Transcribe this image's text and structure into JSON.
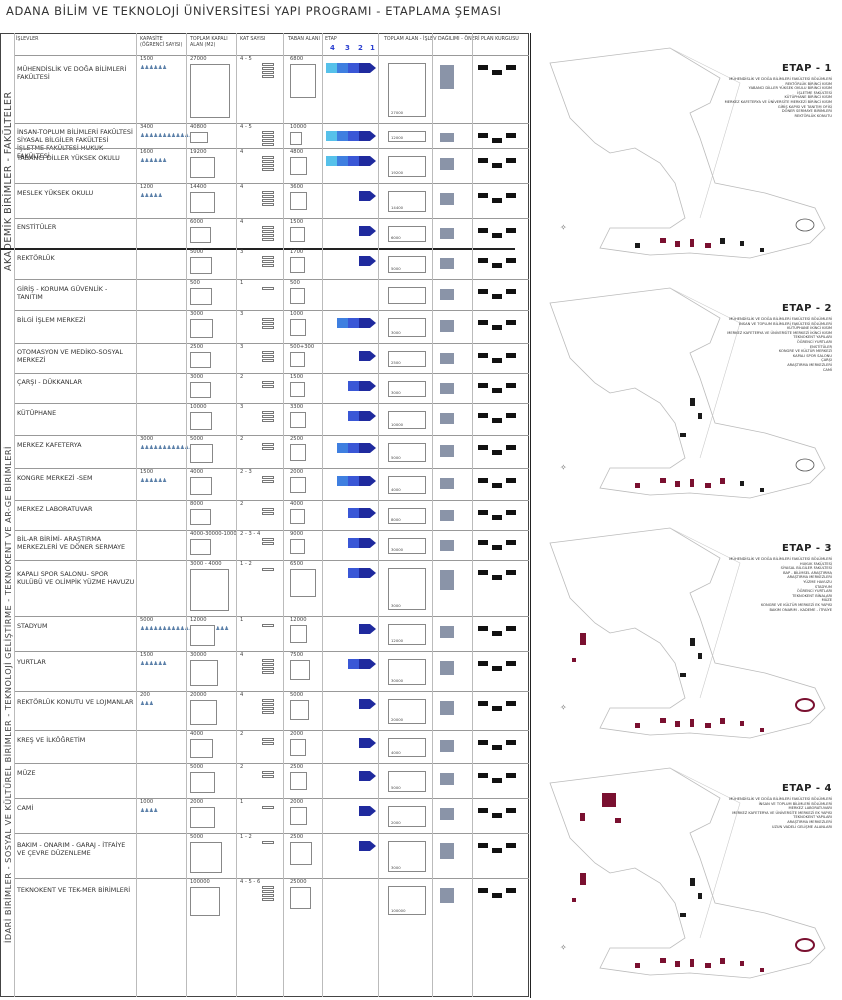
{
  "title": "ADANA  BİLİM VE TEKNOLOJİ ÜNİVERSİTESİ YAPI PROGRAMI - ETAPLAMA  ŞEMASI",
  "headers": {
    "units": "İŞLEVLER",
    "capacity": "KAPASİTE (ÖĞRENCİ SAYISI)",
    "area": "TOPLAM KAPALI ALAN (M2)",
    "floors": "KAT SAYISI",
    "footprint": "TABAN ALANI",
    "phase": "ETAP",
    "layout": "TOPLAM ALAN - İŞLEV DAĞILIMI - ÖNERİ  PLAN KURGUSU"
  },
  "phase_labels": [
    "4",
    "3",
    "2",
    "1"
  ],
  "groups": [
    {
      "label": "AKADEMİK BİRİMLER - FAKÜLTELER"
    },
    {
      "label": "İDARİ BİRİMLER - SOSYAL  VE  KÜLTÜREL BİRİMLER - TEKNOLOJİ GELİŞTİRME - TEKNOKENT VE AR-GE BİRİMLERİ"
    }
  ],
  "rows": [
    {
      "name": "MÜHENDİSLİK VE DOĞA BİLİMLERİ FAKÜLTESİ",
      "capacity": "1500",
      "area": "27000",
      "floors": "4 - 5",
      "footprint": "6800",
      "phases": 4,
      "label": "27000"
    },
    {
      "name": "İNSAN-TOPLUM BİLİMLERİ FAKÜLTESİ SİYASAL BİLGİLER FAKÜLTESİ İŞLETME FAKÜLTESİ HUKUK FAKÜLTESİ",
      "capacity": "3400",
      "area": "40800",
      "floors": "4 - 5",
      "footprint": "10000",
      "phases": 4,
      "label": "12000"
    },
    {
      "name": "YABANCI DİLLER YÜKSEK OKULU",
      "capacity": "1600",
      "area": "19200",
      "floors": "4",
      "footprint": "4800",
      "phases": 4,
      "label": "19200"
    },
    {
      "name": "MESLEK YÜKSEK OKULU",
      "capacity": "1200",
      "area": "14400",
      "floors": "4",
      "footprint": "3600",
      "phases": 1,
      "label": "14400"
    },
    {
      "name": "ENSTİTÜLER",
      "capacity": "",
      "area": "6000",
      "floors": "4",
      "footprint": "1500",
      "phases": 1,
      "label": "6000"
    },
    {
      "name": "REKTÖRLÜK",
      "capacity": "",
      "area": "5000",
      "floors": "3",
      "footprint": "1700",
      "phases": 1,
      "label": "5000"
    },
    {
      "name": "GİRİŞ - KORUMA GÜVENLİK - TANITIM",
      "capacity": "",
      "area": "500",
      "floors": "1",
      "footprint": "500",
      "phases": 0,
      "label": ""
    },
    {
      "name": "BİLGİ İŞLEM MERKEZİ",
      "capacity": "",
      "area": "3000",
      "floors": "3",
      "footprint": "1000",
      "phases": 3,
      "label": "3000"
    },
    {
      "name": "OTOMASYON VE MEDİKO-SOSYAL MERKEZİ",
      "capacity": "",
      "area": "2500",
      "floors": "3",
      "footprint": "500+300",
      "phases": 1,
      "label": "2500"
    },
    {
      "name": "ÇARŞI - DÜKKANLAR",
      "capacity": "",
      "area": "3000",
      "floors": "2",
      "footprint": "1500",
      "phases": 2,
      "label": "3000"
    },
    {
      "name": "KÜTÜPHANE",
      "capacity": "",
      "area": "10000",
      "floors": "3",
      "footprint": "3300",
      "phases": 2,
      "label": "10000"
    },
    {
      "name": "MERKEZ KAFETERYA",
      "capacity": "3000",
      "area": "5000",
      "floors": "2",
      "footprint": "2500",
      "phases": 3,
      "label": "5000"
    },
    {
      "name": "KONGRE MERKEZİ -SEM",
      "capacity": "1500",
      "area": "4000",
      "floors": "2 - 3",
      "footprint": "2000",
      "phases": 3,
      "label": "4000"
    },
    {
      "name": "MERKEZ LABORATUVAR",
      "capacity": "",
      "area": "8000",
      "floors": "2",
      "footprint": "4000",
      "phases": 2,
      "label": "8000"
    },
    {
      "name": "BİL-AR BİRİMİ- ARAŞTIRMA MERKEZLERİ VE DÖNER SERMAYE",
      "capacity": "",
      "area": "4000-30000-1000",
      "floors": "2 - 3 - 4",
      "footprint": "9000",
      "phases": 2,
      "label": "30000"
    },
    {
      "name": "KAPALI SPOR SALONU- SPOR KULÜBÜ VE OLİMPİK YÜZME HAVUZU",
      "capacity": "",
      "area": "3000 - 4000",
      "floors": "1 - 2",
      "footprint": "6500",
      "phases": 2,
      "label": "3000"
    },
    {
      "name": "STADYUM",
      "capacity": "5000",
      "area": "12000",
      "floors": "1",
      "footprint": "12000",
      "phases": 1,
      "label": "12000"
    },
    {
      "name": "YURTLAR",
      "capacity": "1500",
      "area": "30000",
      "floors": "4",
      "footprint": "7500",
      "phases": 2,
      "label": "30000"
    },
    {
      "name": "REKTÖRLÜK KONUTU VE LOJMANLAR",
      "capacity": "200",
      "area": "20000",
      "floors": "4",
      "footprint": "5000",
      "phases": 1,
      "label": "20000"
    },
    {
      "name": "KREŞ VE İLKÖĞRETİM",
      "capacity": "",
      "area": "4000",
      "floors": "2",
      "footprint": "2000",
      "phases": 1,
      "label": "4000"
    },
    {
      "name": "MÜZE",
      "capacity": "",
      "area": "5000",
      "floors": "2",
      "footprint": "2500",
      "phases": 1,
      "label": "5000"
    },
    {
      "name": "CAMİ",
      "capacity": "1000",
      "area": "2000",
      "floors": "1",
      "footprint": "2000",
      "phases": 1,
      "label": "2000"
    },
    {
      "name": "BAKIM - ONARIM - GARAJ - İTFAİYE VE ÇEVRE DÜZENLEME",
      "capacity": "",
      "area": "5000",
      "floors": "1 - 2",
      "footprint": "2500",
      "phases": 1,
      "label": "3000"
    },
    {
      "name": "TEKNOKENT  VE TEK-MER BİRİMLERİ",
      "capacity": "",
      "area": "100000",
      "floors": "4 - 5 - 6",
      "footprint": "25000",
      "phases": 0,
      "label": "100000"
    }
  ],
  "etaps": [
    {
      "title": "ETAP - 1",
      "items": [
        "MÜHENDİSLİK VE DOĞA BİLİMLERİ FAKÜLTESİ BÖLÜMLERİ",
        "REKTÖRLÜK BİRİNCİ KISIM",
        "YABANCI DİLLER YÜKSEK OKULU BİRİNCİ KISIM",
        "İŞLETME FAKÜLTESİ",
        "KÜTÜPHANE BİRİNCİ KISIM",
        "MERKEZ KAFETERYA VE ÜNİVERSİTE MERKEZİ BİRİNCİ KISIM",
        "GİRİŞ KAPISI VE TANITIM OFİSİ",
        "DÖNER SERMAYE BİRİMLERİ",
        "REKTÖRLÜK KONUTU"
      ]
    },
    {
      "title": "ETAP - 2",
      "items": [
        "MÜHENDİSLİK VE DOĞA BİLİMLERİ FAKÜLTESİ BÖLÜMLERİ",
        "İNSAN VE TOPLUM BİLİMLERİ FAKÜLTESİ BÖLÜMLERİ",
        "KÜTÜPHANE İKİNCİ KISIM",
        "MERKEZ KAFETERYA VE ÜNİVERSİTE MERKEZİ İKİNCİ KISIM",
        "TEKNOKENT YAPILARI",
        "ÖĞRENCİ YURTLARI",
        "ENSTİTÜLER",
        "KONGRE VE KÜLTÜR MERKEZİ",
        "KAPALI SPOR SALONU",
        "ÇARŞI",
        "ARAŞTIRMA MERKEZLERİ",
        "CAMİ"
      ]
    },
    {
      "title": "ETAP - 3",
      "items": [
        "MÜHENDİSLİK VE DOĞA BİLİMLERİ FAKÜLTESİ BÖLÜMLERİ",
        "HUKUK FAKÜLTESİ",
        "SİYASAL BİLGİLER FAKÜLTESİ",
        "BAP - BİLİMSEL ARAŞTIRMA",
        "ARAŞTIRMA MERKEZLERİ",
        "YÜZME HAVUZU",
        "STADYUM",
        "ÖĞRENCİ YURTLARI",
        "TEKNOKENT BİNALARI",
        "MÜZE",
        "KONGRE VE KÜLTÜR MERKEZİ EK YAPISI",
        "BAKIM ONARIM - KADEME - İTFAİYE"
      ]
    },
    {
      "title": "ETAP - 4",
      "items": [
        "MÜHENDİSLİK VE DOĞA BİLİMLERİ FAKÜLTESİ BÖLÜMLERİ",
        "İNSAN VE TOPLUM BİLİMLERİ BÖLÜMLERİ",
        "MERKEZ LABORATUVARI",
        "MERKEZ KAFETERYA VE ÜNİVERSİTE MERKEZİ EK YAPISI",
        "TEKNOKENT YAPILARI",
        "ARAŞTIRMA MERKEZLERİ",
        "UZUN VADELİ GELİŞME ALANLARI"
      ]
    }
  ],
  "colors": {
    "phase1": "#1f2a9e",
    "phase2": "#3a57d6",
    "phase3": "#3f7fe0",
    "phase4": "#56c1ea",
    "new": "#7a1030",
    "existing": "#1a1a1a",
    "accent": "#2a3fd0"
  }
}
